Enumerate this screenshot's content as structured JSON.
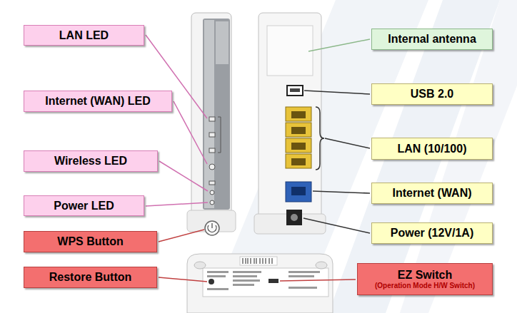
{
  "diagram": {
    "nodes": [
      {
        "text": [
          "LAN LED"
        ]
      },
      {
        "text": [
          "Internet (WAN) LED"
        ]
      },
      {
        "text": [
          "Wireless LED"
        ]
      },
      {
        "text": [
          "Power LED"
        ]
      },
      {
        "text": [
          "WPS Button"
        ]
      },
      {
        "text": [
          "Restore Button"
        ]
      },
      {
        "text": [
          "Internal antenna"
        ]
      },
      {
        "text": [
          "USB 2.0"
        ]
      },
      {
        "text": [
          "LAN (10/100)"
        ]
      },
      {
        "text": [
          "Internet (WAN)"
        ]
      },
      {
        "text": [
          "Power (12V/1A)"
        ]
      },
      {
        "text": [
          "EZ Switch",
          "(Operation Mode H/W Switch)"
        ]
      }
    ]
  }
}
